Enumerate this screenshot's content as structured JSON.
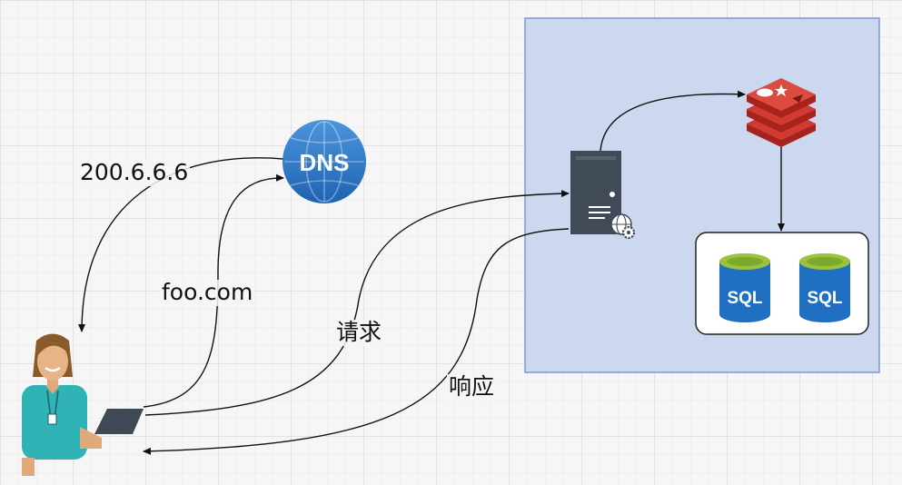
{
  "labels": {
    "dns_response": "200.6.6.6",
    "dns_query": "foo.com",
    "request": "请求",
    "response": "响应"
  },
  "icons": {
    "dns": "DNS",
    "sql_1": "SQL",
    "sql_2": "SQL"
  },
  "colors": {
    "server_region_fill": "#cbd8ef",
    "server_region_border": "#7d97cf",
    "dns_blue": "#2e78c7",
    "redis_red": "#d23a31",
    "sql_blue": "#1f6fc2",
    "sql_green": "#9bc23c"
  }
}
